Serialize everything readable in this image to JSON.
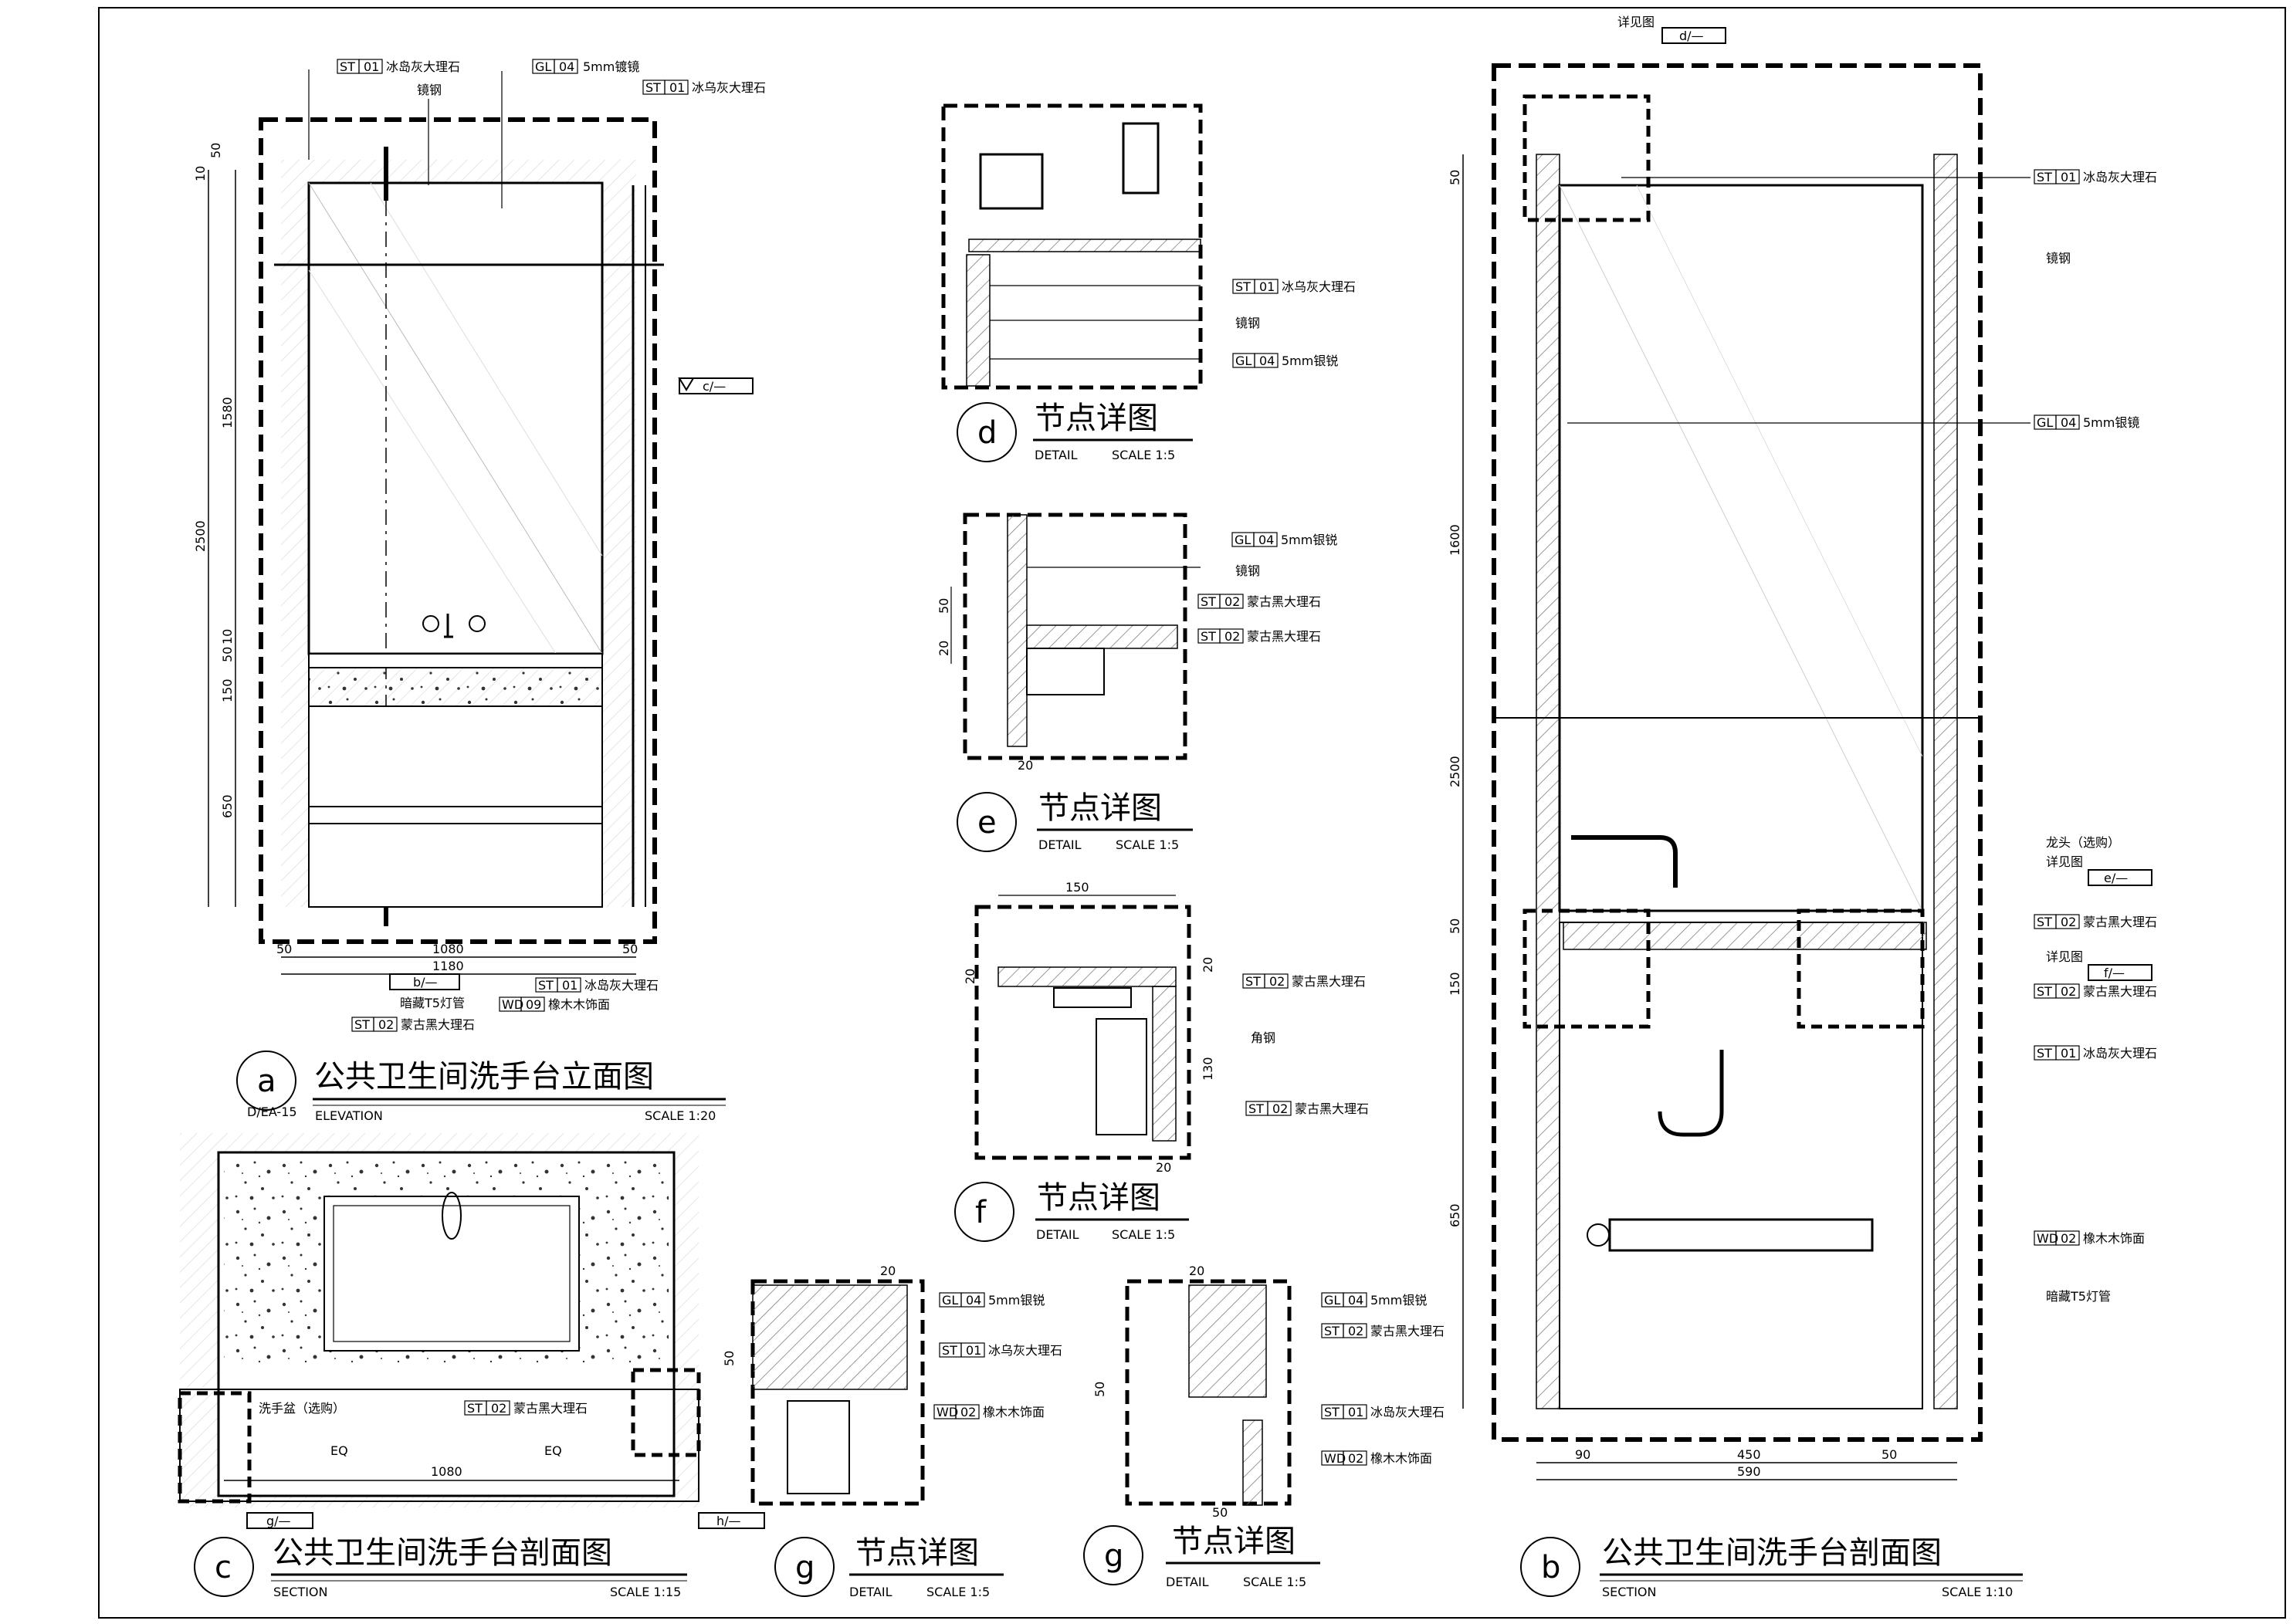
{
  "tags": {
    "st01": "ST",
    "st01n": "01",
    "st02": "ST",
    "st02n": "02",
    "gl04": "GL",
    "gl04n": "04",
    "wd02": "WD",
    "wd02n": "02",
    "wd09n": "09"
  },
  "materials": {
    "st01_name": "冰岛灰大理石",
    "st01_name_b": "冰乌灰大理石",
    "st02_name": "蒙古黑大理石",
    "gl04_name": "5mm银镜",
    "gl04_name_b": "5mm银锐",
    "gl04_name_c": "5mm镀镜",
    "wd_name": "橡木木饰面",
    "steel": "镜钢",
    "angle": "角钢",
    "light": "暗藏T5灯管",
    "faucet": "龙头（选购）",
    "basin": "洗手盆（选购）",
    "see_detail": "详见图"
  },
  "views": {
    "a": {
      "letter": "a",
      "ref": "D/EA-15",
      "title": "公共卫生间洗手台立面图",
      "kind": "ELEVATION",
      "scale": "SCALE 1:20",
      "dims_v": [
        "10",
        "50",
        "1580",
        "2500",
        "50",
        "10",
        "150",
        "650"
      ],
      "dims_h": [
        "50",
        "1080",
        "1180",
        "50"
      ],
      "sec_c": "c/—",
      "sec_b": "b/—"
    },
    "b": {
      "letter": "b",
      "title": "公共卫生间洗手台剖面图",
      "kind": "SECTION",
      "scale": "SCALE 1:10",
      "dims_v": [
        "50",
        "1600",
        "2500",
        "50",
        "150",
        "650"
      ],
      "dims_h": [
        "90",
        "450",
        "50",
        "590"
      ],
      "sec_d": "d/—",
      "sec_e": "e/—",
      "sec_f": "f/—"
    },
    "c": {
      "letter": "c",
      "title": "公共卫生间洗手台剖面图",
      "kind": "SECTION",
      "scale": "SCALE 1:15",
      "dims_h": [
        "EQ",
        "EQ",
        "1080"
      ],
      "sec_g": "g/—",
      "sec_h": "h/—"
    },
    "d": {
      "letter": "d",
      "title": "节点详图",
      "kind": "DETAIL",
      "scale": "SCALE 1:5"
    },
    "e": {
      "letter": "e",
      "title": "节点详图",
      "kind": "DETAIL",
      "scale": "SCALE 1:5",
      "dims": [
        "50",
        "20",
        "20"
      ]
    },
    "f": {
      "letter": "f",
      "title": "节点详图",
      "kind": "DETAIL",
      "scale": "SCALE 1:5",
      "dims": [
        "150",
        "20",
        "20",
        "130",
        "20"
      ]
    },
    "g1": {
      "letter": "g",
      "title": "节点详图",
      "kind": "DETAIL",
      "scale": "SCALE 1:5",
      "dims": [
        "20",
        "50"
      ]
    },
    "g2": {
      "letter": "g",
      "title": "节点详图",
      "kind": "DETAIL",
      "scale": "SCALE 1:5",
      "dims": [
        "20",
        "50",
        "50"
      ]
    }
  },
  "footer": "——"
}
